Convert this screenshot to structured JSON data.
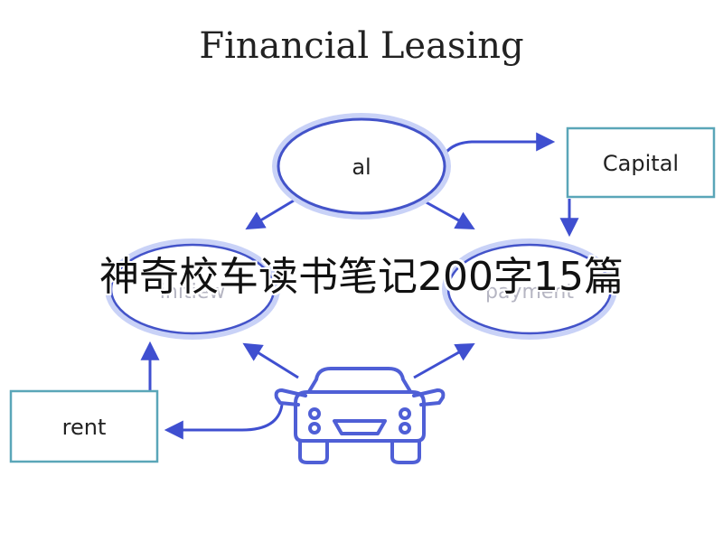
{
  "title": "Financial Leasing",
  "nodes": {
    "top": {
      "label": "al"
    },
    "left": {
      "label": "initiew"
    },
    "right": {
      "label": "payment"
    },
    "capital": {
      "label": "Capital"
    },
    "rent": {
      "label": "rent"
    }
  },
  "overlay_text": "神奇校车读书笔记200字15篇",
  "colors": {
    "ellipse_stroke": "#4353c9",
    "ellipse_glow": "#c9d2f7",
    "arrow": "#3f4fd0",
    "box_stroke": "#5aa6b8",
    "car": "#4f5fd6"
  }
}
